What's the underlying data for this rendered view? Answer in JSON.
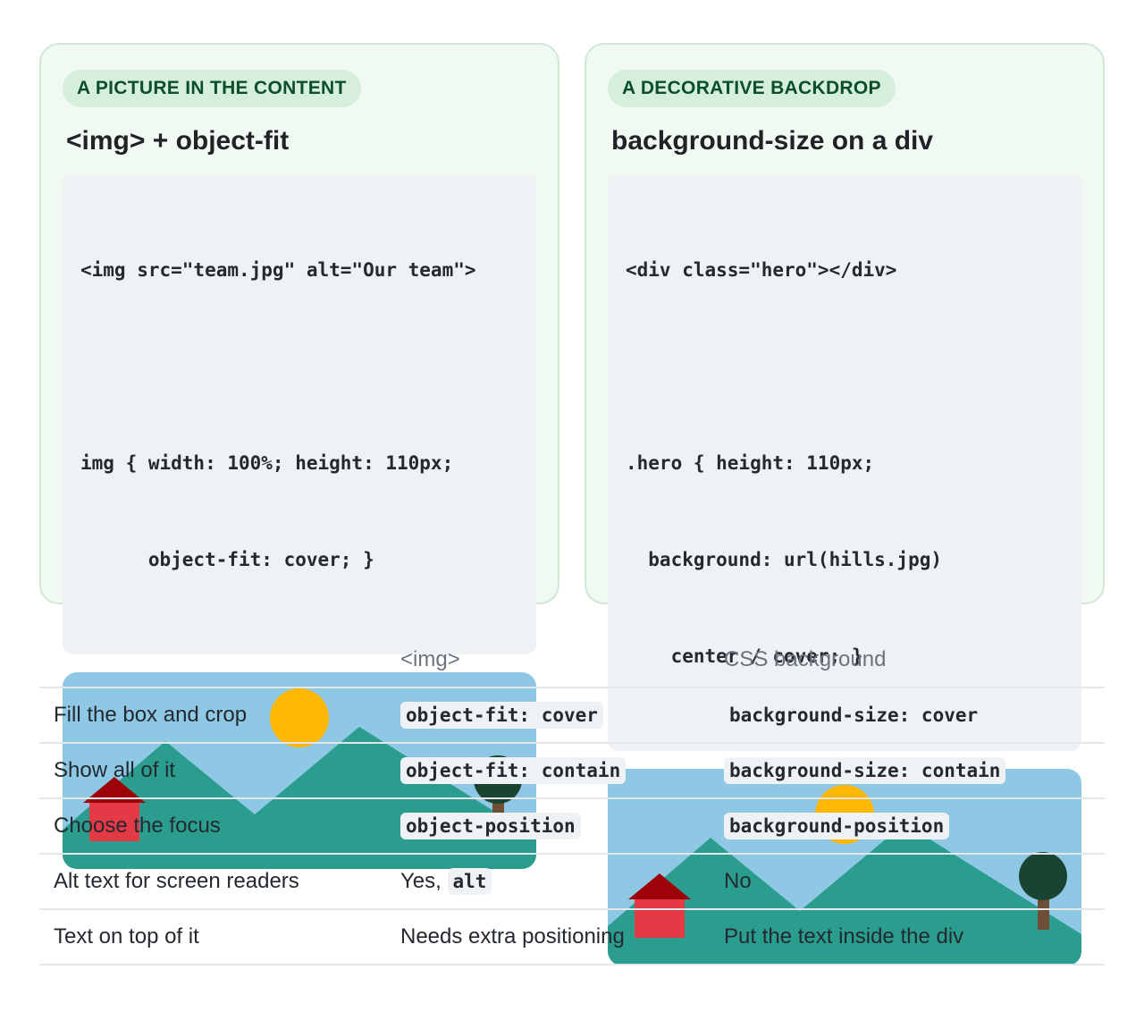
{
  "cards": [
    {
      "badge": "A PICTURE IN THE CONTENT",
      "title": "<img> + object-fit",
      "code_lines": [
        "<img src=\"team.jpg\" alt=\"Our team\">",
        "",
        "img { width: 100%; height: 110px;",
        "      object-fit: cover; }"
      ]
    },
    {
      "badge": "A DECORATIVE BACKDROP",
      "title": "background-size on a div",
      "code_lines": [
        "<div class=\"hero\"></div>",
        "",
        ".hero { height: 110px;",
        "  background: url(hills.jpg)",
        "    center / cover; }"
      ]
    }
  ],
  "colors": {
    "sky": "#8fc8e4",
    "hills": "#2a9d8f",
    "sun": "#ffb703",
    "house": "#e63946",
    "roof": "#9d0208",
    "tree": "#1b4332",
    "trunk": "#6f4e37"
  },
  "table": {
    "headers": [
      "",
      "<img>",
      "CSS background"
    ],
    "rows": [
      {
        "label": "Fill the box and crop",
        "img": {
          "code": "object-fit: cover"
        },
        "bg": {
          "code": "background-size: cover"
        }
      },
      {
        "label": "Show all of it",
        "img": {
          "code": "object-fit: contain"
        },
        "bg": {
          "code": "background-size: contain"
        }
      },
      {
        "label": "Choose the focus",
        "img": {
          "code": "object-position"
        },
        "bg": {
          "code": "background-position"
        }
      },
      {
        "label": "Alt text for screen readers",
        "img": {
          "text": "Yes, ",
          "code": "alt"
        },
        "bg": {
          "text": "No"
        }
      },
      {
        "label": "Text on top of it",
        "img": {
          "text": "Needs extra positioning"
        },
        "bg": {
          "text": "Put the text inside the div"
        }
      }
    ]
  }
}
